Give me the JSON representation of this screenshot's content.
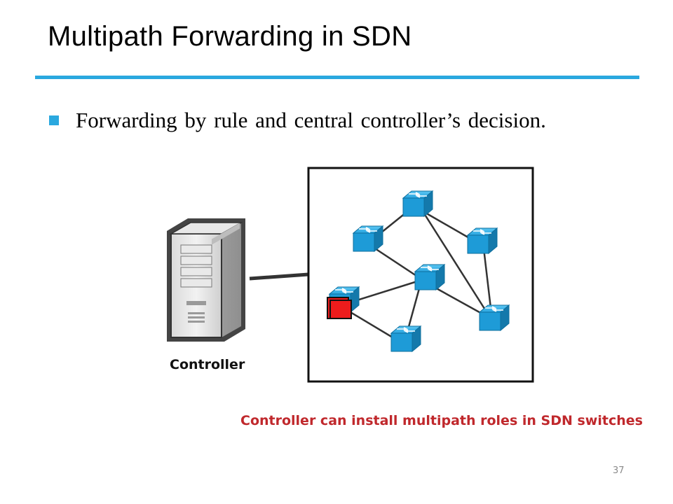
{
  "slide": {
    "title": "Multipath Forwarding in SDN",
    "accent_color": "#2aa8df",
    "bullets": [
      {
        "text": "Forwarding by rule and central controller’s decision."
      }
    ],
    "page_number": "37"
  },
  "diagram": {
    "controller_label": "Controller",
    "caption": "Controller can install multipath roles in SDN switches",
    "caption_color": "#c0282c",
    "switch_color": "#1e9bd7",
    "rule_marker_color": "#ee1c1c",
    "icons": [
      "server-icon",
      "switch-icon",
      "flow-rule-icon"
    ]
  }
}
